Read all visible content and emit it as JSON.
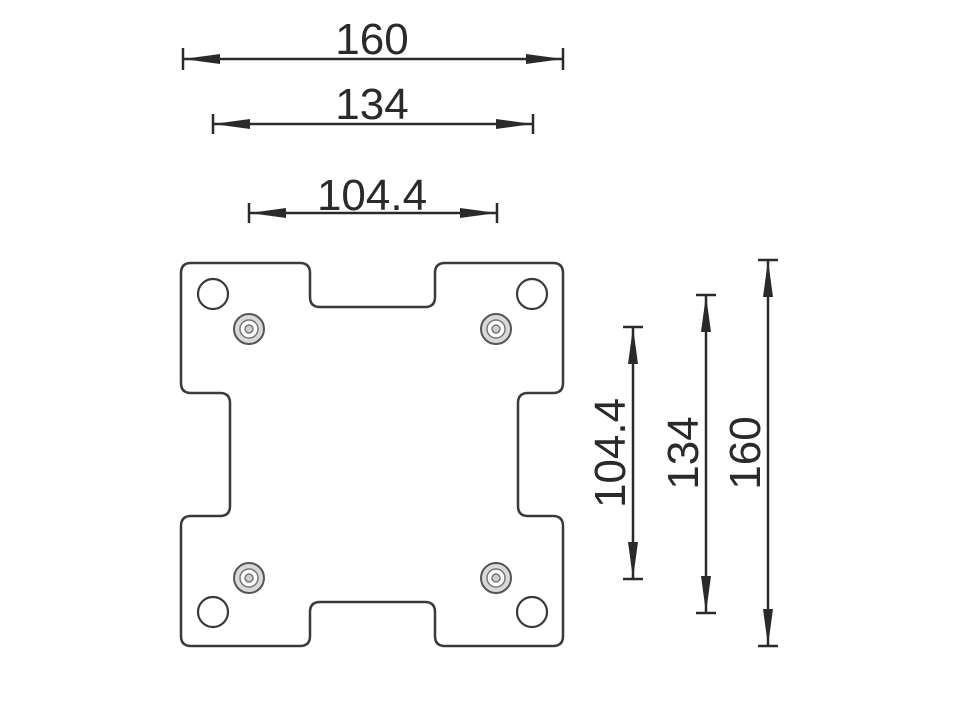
{
  "dimensions": {
    "horizontal_outer": "160",
    "horizontal_middle": "134",
    "horizontal_inner": "104.4",
    "vertical_inner": "104.4",
    "vertical_middle": "134",
    "vertical_outer": "160"
  },
  "plate": {
    "mounting_holes": 4,
    "threaded_bosses": 4
  }
}
